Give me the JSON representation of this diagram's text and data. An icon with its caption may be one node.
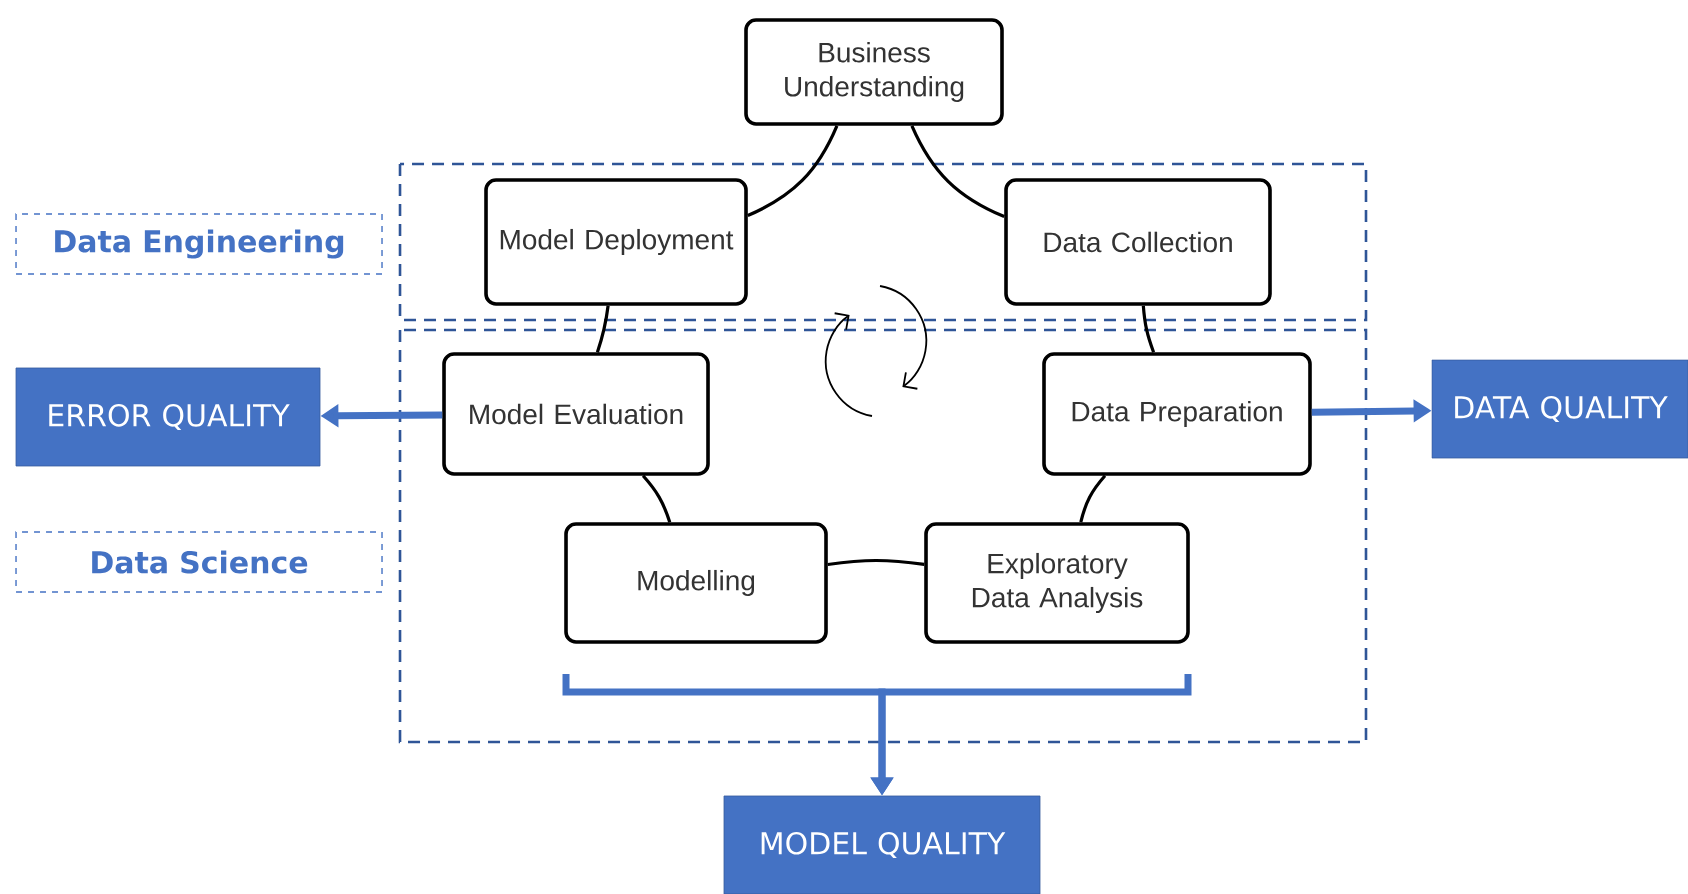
{
  "diagram": {
    "nodes": [
      {
        "text": [
          "Business Understanding"
        ]
      },
      {
        "text": [
          "Data Collection"
        ]
      },
      {
        "text": [
          "Data Preparation"
        ]
      },
      {
        "text": [
          "Exploratory Data Analysis"
        ]
      },
      {
        "text": [
          "Modelling"
        ]
      },
      {
        "text": [
          "Model Evaluation"
        ]
      },
      {
        "text": [
          "Model Deployment"
        ]
      },
      {
        "text": [
          "Data Engineering"
        ]
      },
      {
        "text": [
          "Data Science"
        ]
      },
      {
        "text": [
          "ERROR QUALITY"
        ]
      },
      {
        "text": [
          "DATA QUALITY"
        ]
      },
      {
        "text": [
          "MODEL QUALITY"
        ]
      }
    ],
    "edges": [
      {
        "from": 0,
        "to": 1,
        "arrow": "none"
      },
      {
        "from": 1,
        "to": 2,
        "arrow": "none"
      },
      {
        "from": 2,
        "to": 3,
        "arrow": "none"
      },
      {
        "from": 3,
        "to": 4,
        "arrow": "none"
      },
      {
        "from": 4,
        "to": 5,
        "arrow": "none"
      },
      {
        "from": 5,
        "to": 6,
        "arrow": "none"
      },
      {
        "from": 6,
        "to": 0,
        "arrow": "none"
      },
      {
        "from": 5,
        "to": 9,
        "arrow": "to",
        "style": "thick",
        "color": "#4472c4"
      },
      {
        "from": 2,
        "to": 10,
        "arrow": "to",
        "style": "thick",
        "color": "#4472c4"
      },
      {
        "from": 4,
        "to": 11,
        "arrow": "to",
        "style": "thick",
        "color": "#4472c4"
      },
      {
        "from": 3,
        "to": 11,
        "arrow": "to",
        "style": "thick",
        "color": "#4472c4"
      }
    ]
  }
}
